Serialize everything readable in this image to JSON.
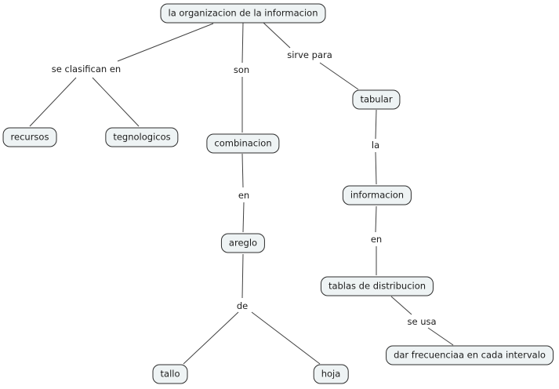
{
  "diagram": {
    "type": "concept-map",
    "colors": {
      "node_fill": "#eef3f4",
      "node_border": "#2e2e2e",
      "edge": "#404040",
      "text": "#1c1c1c",
      "background": "#ffffff"
    },
    "nodes": [
      {
        "id": "root",
        "label": "la organizacion de la informacion"
      },
      {
        "id": "recursos",
        "label": "recursos"
      },
      {
        "id": "tegnologicos",
        "label": "tegnologicos"
      },
      {
        "id": "combinacion",
        "label": "combinacion"
      },
      {
        "id": "tabular",
        "label": "tabular"
      },
      {
        "id": "informacion",
        "label": "informacion"
      },
      {
        "id": "areglo",
        "label": "areglo"
      },
      {
        "id": "tablas",
        "label": "tablas de distribucion"
      },
      {
        "id": "tallo",
        "label": "tallo"
      },
      {
        "id": "hoja",
        "label": "hoja"
      },
      {
        "id": "dar-frecuencia",
        "label": "dar frecuenciaa en cada intervalo"
      }
    ],
    "link_labels": [
      {
        "id": "se-clasifican-en",
        "text": "se clasifican en"
      },
      {
        "id": "son",
        "text": "son"
      },
      {
        "id": "sirve-para",
        "text": "sirve para"
      },
      {
        "id": "la",
        "text": "la"
      },
      {
        "id": "en-1",
        "text": "en"
      },
      {
        "id": "en-2",
        "text": "en"
      },
      {
        "id": "de",
        "text": "de"
      },
      {
        "id": "se-usa",
        "text": "se usa"
      }
    ]
  }
}
